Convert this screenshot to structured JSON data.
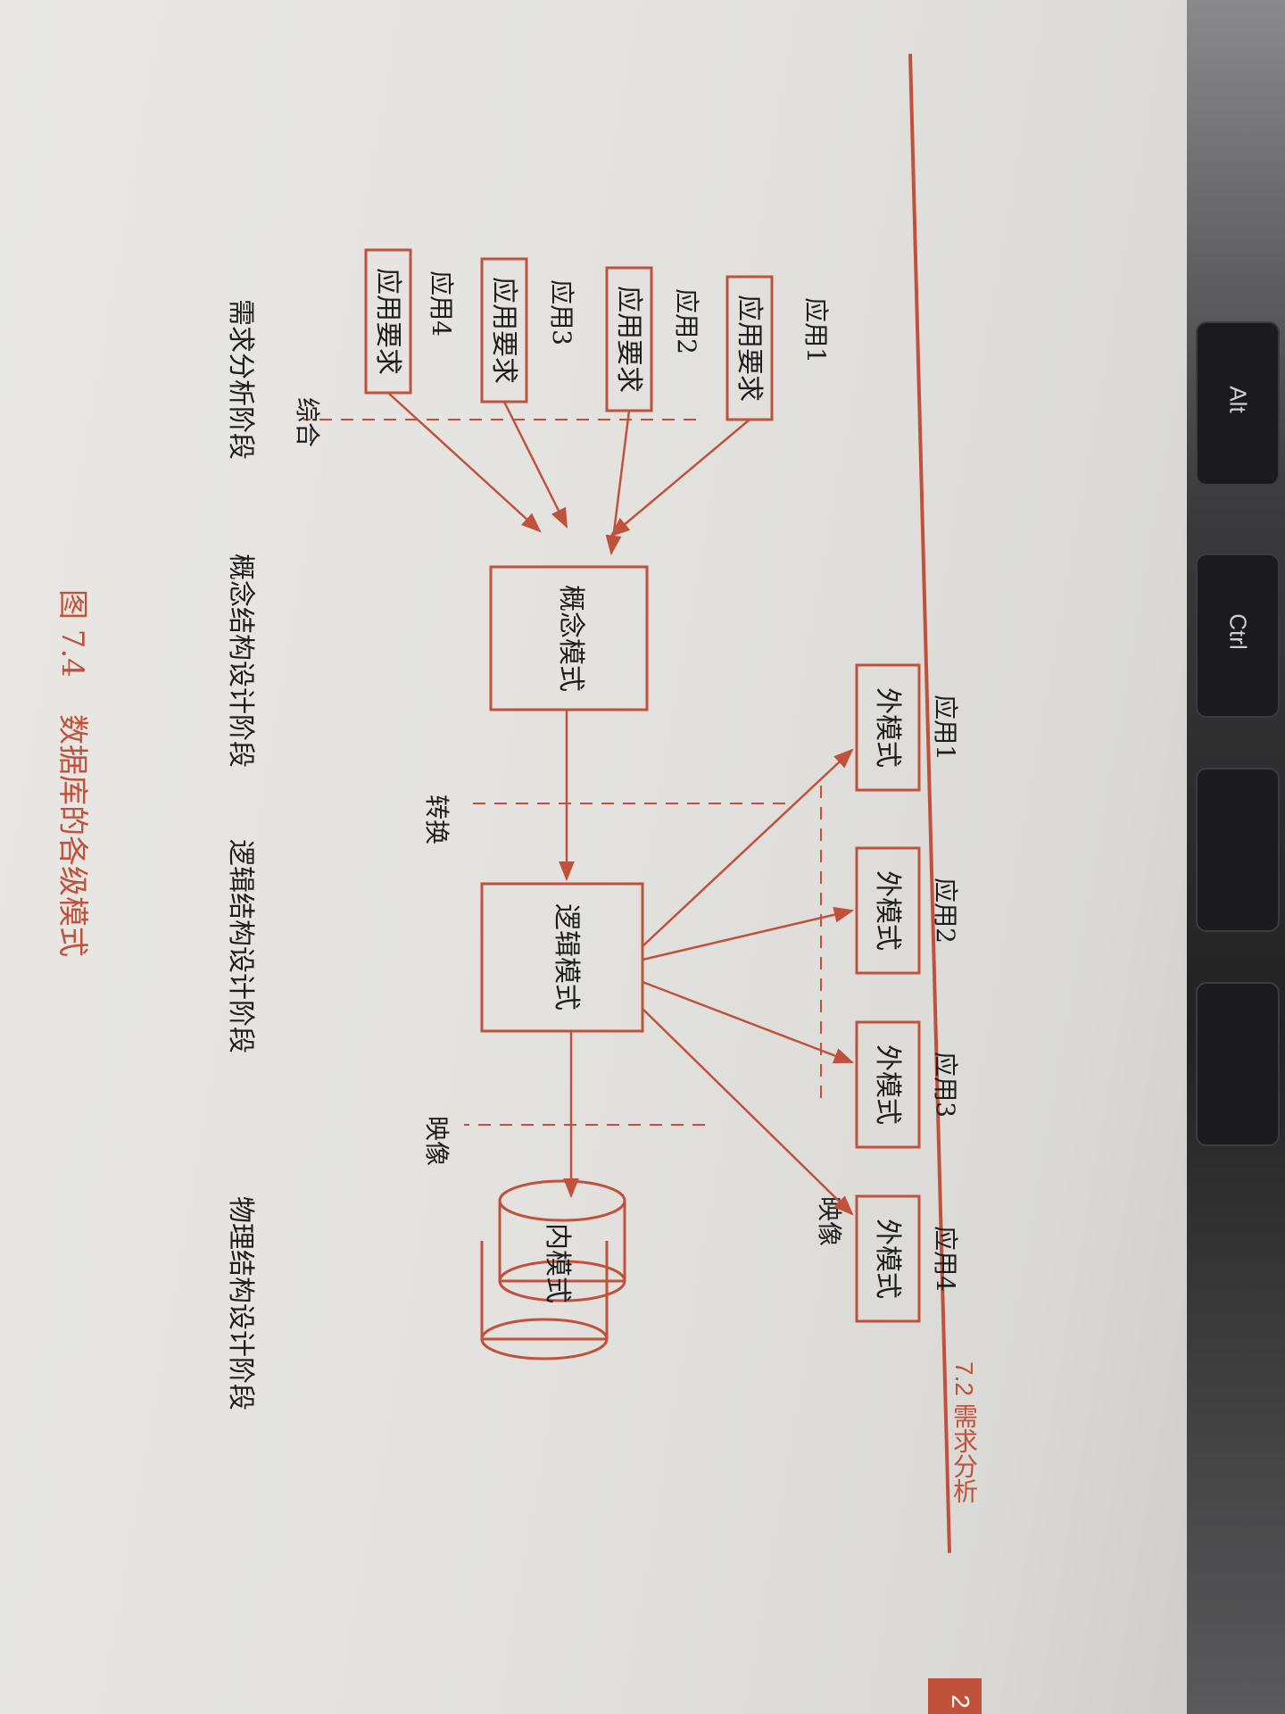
{
  "header": {
    "section_number": "7.2",
    "section_title": "需求分析",
    "page_number": "2"
  },
  "keyboard": {
    "keys": [
      "Ctrl",
      "Alt"
    ]
  },
  "figure": {
    "caption_number": "图 7.4",
    "caption_title": "数据库的各级模式",
    "app_labels": [
      "应用1",
      "应用2",
      "应用3",
      "应用4"
    ],
    "requirement_box": "应用要求",
    "conceptual_schema": "概念模式",
    "logical_schema": "逻辑模式",
    "external_schema": "外模式",
    "internal_schema": "内模式",
    "labels": {
      "integrate": "综合",
      "transform": "转换",
      "mapping": "映像"
    },
    "stages": {
      "requirements": "需求分析阶段",
      "conceptual": "概念结构设计阶段",
      "logical": "逻辑结构设计阶段",
      "physical": "物理结构设计阶段"
    }
  },
  "colors": {
    "accent": "#c0523c",
    "text": "#1e1e1e",
    "paper": "#e6e5e1"
  }
}
